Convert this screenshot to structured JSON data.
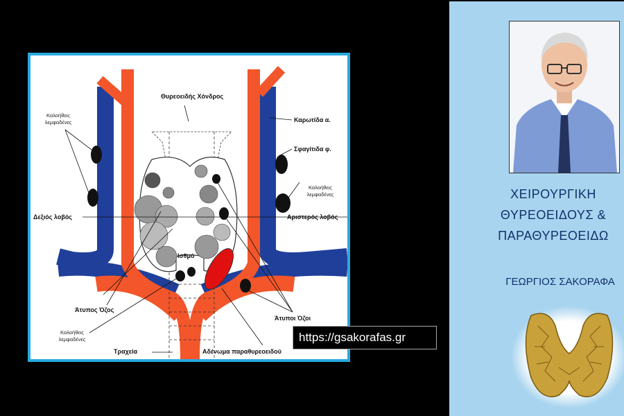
{
  "diagram": {
    "labels": {
      "thyroid_cartilage": "Θυρεοειδής Χόνδρος",
      "carotid": "Καρωτίδα α.",
      "jugular": "Σφαγίτιδα φ.",
      "right_lobe": "Δεξιός λοβός",
      "left_lobe": "Αριστερός λοβός",
      "isthmus": "Ισθμό",
      "atypical_nodule": "Άτυπος Όζος",
      "atypical_nodules": "Άτυποι Όζοι",
      "trachea": "Τραχεία",
      "parathyroid_adenoma": "Αδένωμα παραθυρεοειδού",
      "benign_nodes_top_left": "Καλοήθεις λεμφαδένες",
      "benign_nodes_right": "Καλοήθεις λεμφαδένες",
      "benign_nodes_bottom_left": "Καλοήθεις λεμφαδένες"
    },
    "url_badge": "https://gsakorafas.gr"
  },
  "sidebar": {
    "title_line1": "ΧΕΙΡΟΥΡΓΙΚΗ",
    "title_line2": "ΘΥΡΕΟΕΙΔΟΥΣ &",
    "title_line3": "ΠΑΡΑΘΥΡΕΟΕΙΔΩ",
    "author": "ΓΕΩΡΓΙΟΣ ΣΑΚΟΡΑΦΑ"
  },
  "colors": {
    "panel_border": "#29a8e0",
    "sidebar_bg": "#a9d4ef",
    "artery": "#f2562a",
    "vein": "#1f3f9a",
    "adenoma": "#e01010",
    "title_text": "#10316b",
    "thyroid_logo": "#c9a13a"
  }
}
